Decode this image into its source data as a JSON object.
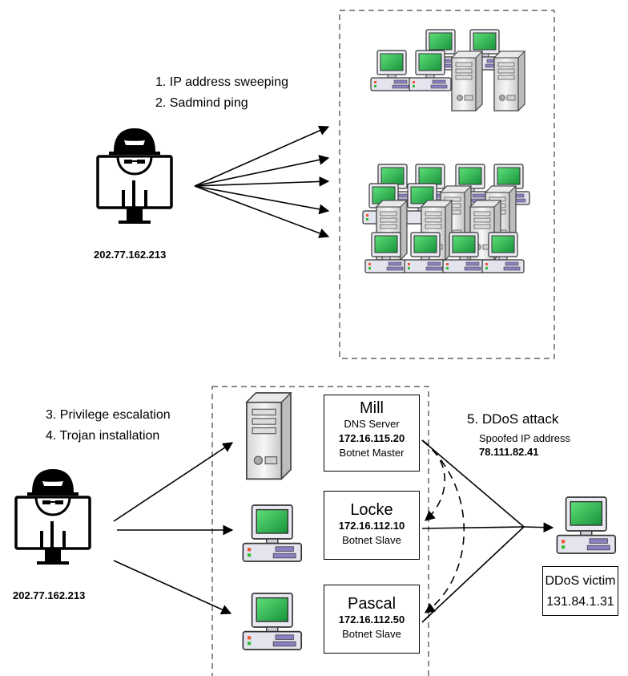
{
  "top": {
    "steps": [
      "1. IP address sweeping",
      "2. Sadmind ping"
    ],
    "attacker_ip": "202.77.162.213"
  },
  "bottom": {
    "steps": [
      "3. Privilege escalation",
      "4. Trojan installation"
    ],
    "attacker_ip": "202.77.162.213",
    "attack": {
      "title": "5. DDoS attack",
      "subtitle": "Spoofed IP address",
      "spoofed_ip": "78.111.82.41"
    },
    "hosts": [
      {
        "name": "Mill",
        "role": "DNS Server",
        "ip": "172.16.115.20",
        "desc": "Botnet Master"
      },
      {
        "name": "Locke",
        "ip": "172.16.112.10",
        "desc": "Botnet Slave"
      },
      {
        "name": "Pascal",
        "ip": "172.16.112.50",
        "desc": "Botnet Slave"
      }
    ],
    "victim": {
      "label": "DDoS victim",
      "ip": "131.84.1.31"
    }
  },
  "colors": {
    "screen": "#21b04a",
    "case": "#e6e6ef",
    "accent": "#8d7fc2",
    "line": "#000000"
  }
}
